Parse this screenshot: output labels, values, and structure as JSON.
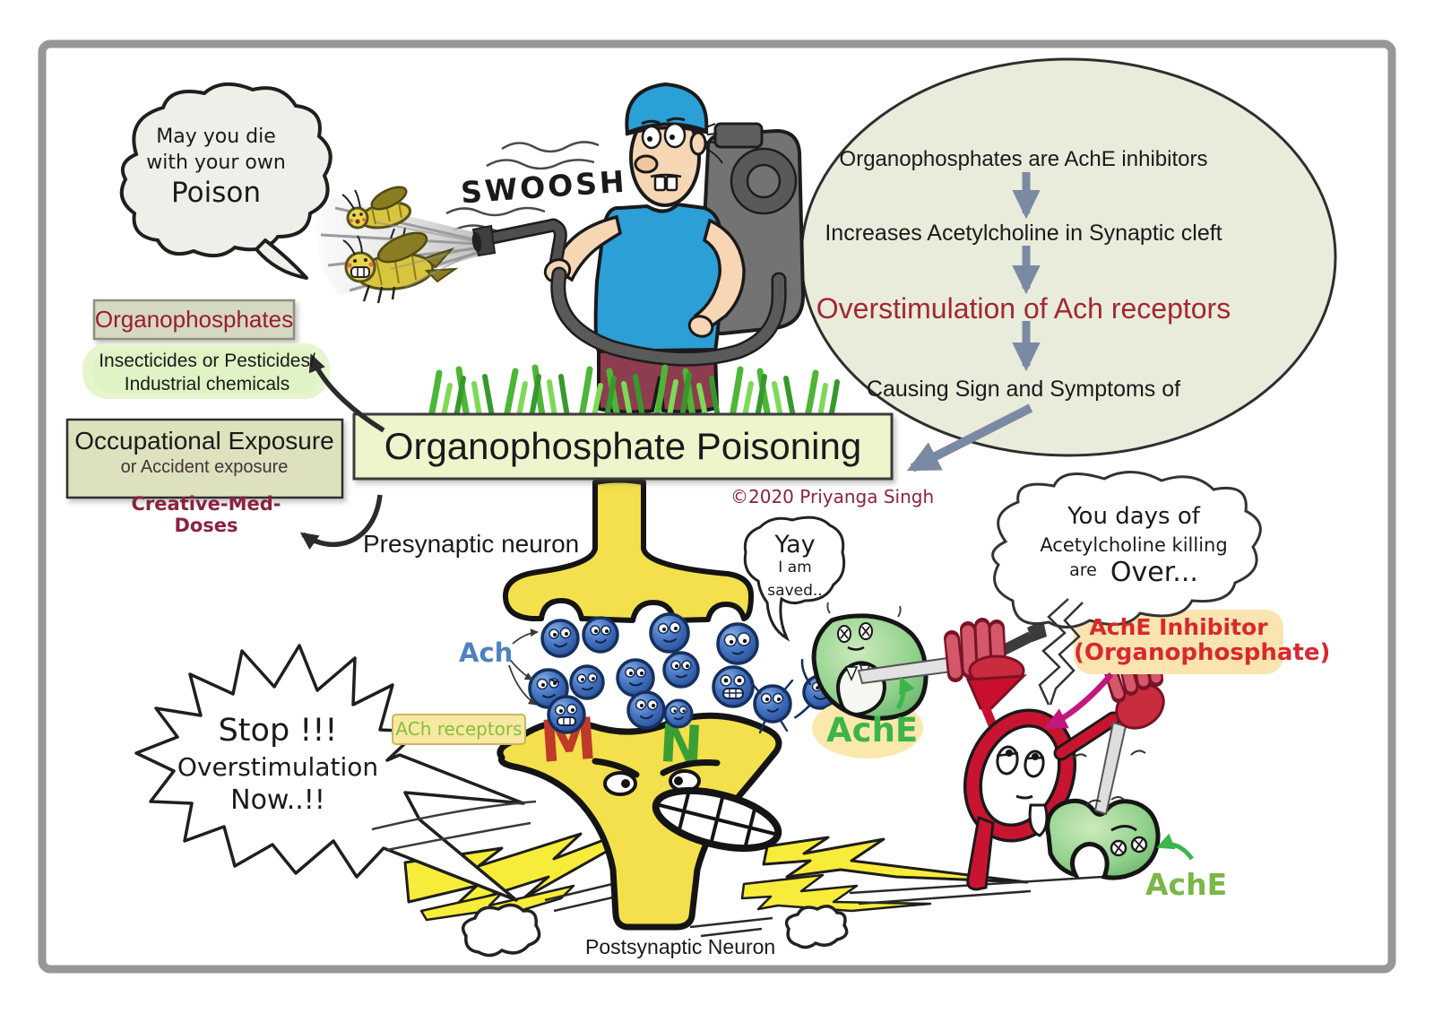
{
  "colors": {
    "frame_gray": "#979797",
    "oval_bg": "#e9ecdb",
    "flow_arrow_slate": "#7b8aa3",
    "flow_red_text": "#a12834",
    "maroon_text": "#8b2242",
    "org_box_bg": "#d5d9c1",
    "org_box_text": "#9b1b30",
    "occ_box_bg": "#dde1bd",
    "insect_glow": "#e7f5cf",
    "title_box_bg": "#f0f4cd",
    "neuron_yellow": "#f3e04c",
    "ach_blue": "#4f81c2",
    "receptor_m_red": "#bf3a28",
    "receptor_n_green": "#3b9e33",
    "ache_green": "#3db54a",
    "ache_green_2": "#7ab648",
    "inhibitor_bg": "#fce4b0",
    "inhibitor_red": "#d9282e",
    "magenta_arrow": "#c2187e",
    "lightning_yellow": "#f8ec3a",
    "receptors_tag_bg": "#f8e8a2"
  },
  "cloud_bubble": {
    "line1": "May you die",
    "line2": "with your own",
    "line3": "Poison"
  },
  "swoosh_text": "SWOOSH",
  "flow_oval": {
    "step1": "Organophosphates are AchE inhibitors",
    "step2": "Increases Acetylcholine in Synaptic cleft",
    "step3": "Overstimulation of Ach receptors",
    "step4": "Causing Sign and Symptoms of"
  },
  "left_panel": {
    "organophosphates_label": "Organophosphates",
    "insecticides_line1": "Insecticides or Pesticides/",
    "insecticides_line2": "Industrial chemicals",
    "occupational_line1": "Occupational Exposure",
    "occupational_line2": "or Accident exposure",
    "brand": "Creative-Med-Doses"
  },
  "title_banner": {
    "title": "Organophosphate Poisoning",
    "copyright": "©2020 Priyanga Singh"
  },
  "synapse": {
    "presynaptic_label": "Presynaptic neuron",
    "postsynaptic_label": "Postsynaptic Neuron",
    "ach_label": "Ach",
    "ach_receptors_label": "ACh receptors",
    "receptor_m": "M",
    "receptor_n": "N",
    "ache_label_top": "AchE",
    "ache_label_bottom": "AchE"
  },
  "bubbles": {
    "yay": {
      "line1": "Yay",
      "line2": "I am",
      "line3": "saved.."
    },
    "stop": {
      "line1": "Stop !!!",
      "line2": "Overstimulation",
      "line3": "Now..!!"
    },
    "over": {
      "line1": "You days of",
      "line2": "Acetylcholine killing",
      "line3_small": "are",
      "line3_big": "Over..."
    }
  },
  "inhibitor_tag": {
    "line1": "AchE Inhibitor",
    "line2": "(Organophosphate)"
  }
}
